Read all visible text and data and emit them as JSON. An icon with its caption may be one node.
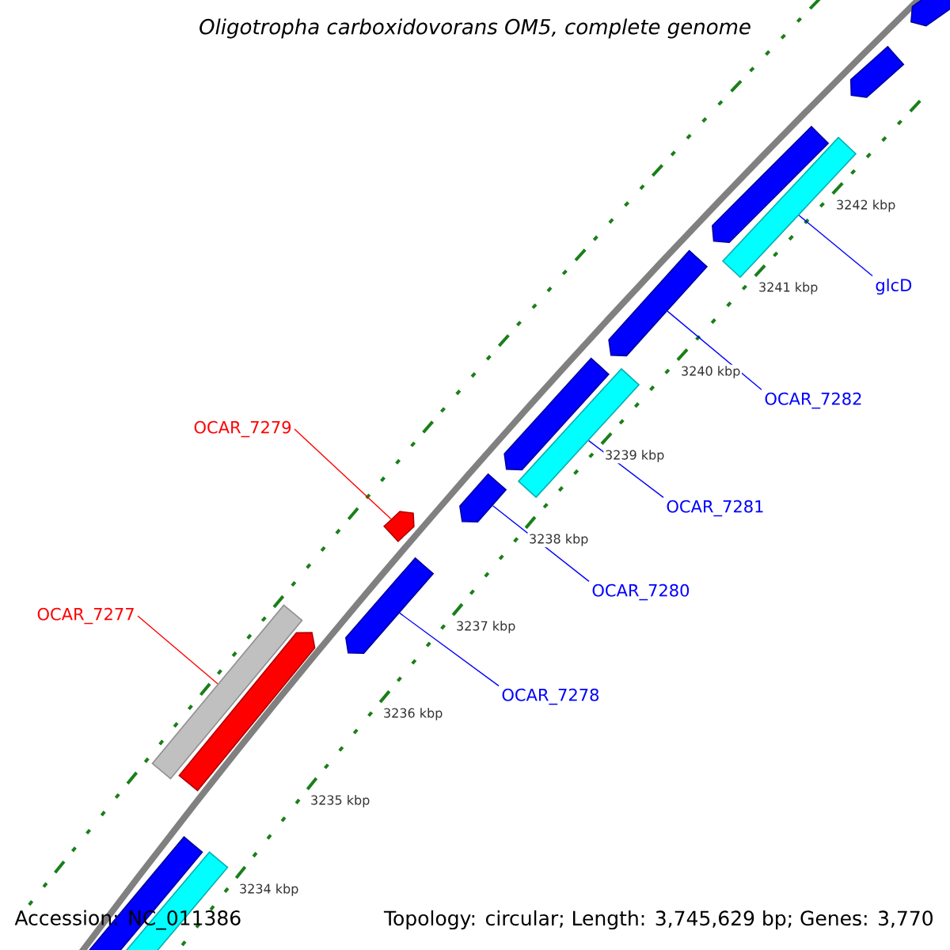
{
  "diagram": {
    "title": "Oligotropha carboxidovorans OM5, complete genome",
    "nodes": [
      {
        "text": [
          "glcD"
        ]
      },
      {
        "text": [
          "OCAR_7282"
        ]
      },
      {
        "text": [
          "OCAR_7281"
        ]
      },
      {
        "text": [
          "OCAR_7280"
        ]
      },
      {
        "text": [
          "OCAR_7278"
        ]
      },
      {
        "text": [
          "OCAR_7279"
        ]
      },
      {
        "text": [
          "OCAR_7277"
        ]
      },
      {
        "text": [],
        "shape": "pentagon"
      },
      {
        "text": [],
        "shape": "pentagon"
      },
      {
        "text": [],
        "shape": "pentagon"
      },
      {
        "text": [],
        "shape": "bar"
      },
      {
        "text": [],
        "shape": "pentagon"
      },
      {
        "text": [],
        "shape": "pentagon"
      },
      {
        "text": [],
        "shape": "bar"
      },
      {
        "text": [],
        "shape": "pentagon"
      },
      {
        "text": [],
        "shape": "pentagon"
      },
      {
        "text": [],
        "shape": "pentagon"
      },
      {
        "text": [],
        "shape": "bar"
      },
      {
        "text": [],
        "shape": "pentagon"
      },
      {
        "text": [],
        "shape": "pentagon"
      },
      {
        "text": [],
        "shape": "bar"
      }
    ],
    "edges": [
      {
        "from": 0,
        "to": 10,
        "arrow": "none"
      },
      {
        "from": 1,
        "to": 11,
        "arrow": "none"
      },
      {
        "from": 2,
        "to": 13,
        "arrow": "none"
      },
      {
        "from": 3,
        "to": 14,
        "arrow": "none"
      },
      {
        "from": 4,
        "to": 16,
        "arrow": "none"
      },
      {
        "from": 5,
        "to": 15,
        "arrow": "none",
        "color": "#ff0000"
      },
      {
        "from": 6,
        "to": 17,
        "arrow": "none",
        "color": "#ff0000"
      }
    ],
    "labels": [
      "3242 kbp",
      "3241 kbp",
      "3240 kbp",
      "3239 kbp",
      "3238 kbp",
      "3237 kbp",
      "3236 kbp",
      "3235 kbp",
      "3234 kbp",
      "Accession: NC_011386",
      "Topology: circular; Length: 3,745,629 bp; Genes: 3,770"
    ]
  }
}
